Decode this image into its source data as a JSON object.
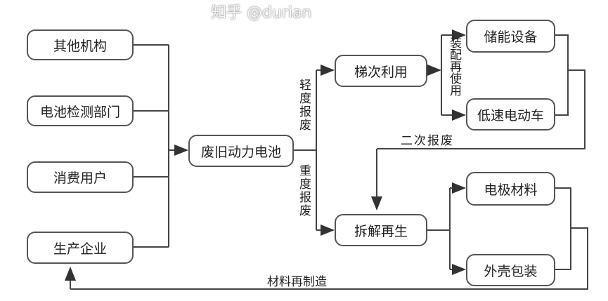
{
  "sources": [
    "其他机构",
    "电池检测部门",
    "消费用户",
    "生产企业"
  ],
  "center": "废旧动力电池",
  "light_label": "轻度报废",
  "heavy_label": "重度报废",
  "cascade": "梯次利用",
  "dismantle": "拆解再生",
  "reuse_label": "装配再使用",
  "reuse_targets": [
    "储能设备",
    "低速电动车"
  ],
  "second_scrap_label": "二次报废",
  "materials": [
    "电极材料",
    "外壳包装"
  ],
  "remanufacture_label": "材料再制造",
  "watermark": "知乎 @durian"
}
